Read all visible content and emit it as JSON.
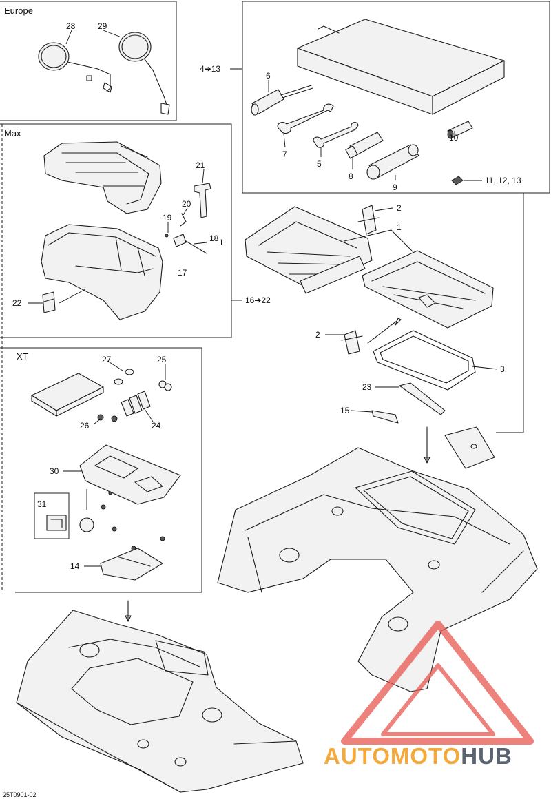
{
  "sections": {
    "europe": "Europe",
    "max": "Max",
    "xt": "XT"
  },
  "callouts": {
    "c1": "1",
    "c2a": "2",
    "c2b": "2",
    "c3": "3",
    "c4_13": "4➔13",
    "c5": "5",
    "c6": "6",
    "c7": "7",
    "c8": "8",
    "c9": "9",
    "c10": "10",
    "c11_13": "11, 12, 13",
    "c14": "14",
    "c15": "15",
    "c16_22": "16➔22",
    "c17": "17",
    "c18": "18",
    "c18b": "1",
    "c19": "19",
    "c20": "20",
    "c21": "21",
    "c22": "22",
    "c23": "23",
    "c24": "24",
    "c25": "25",
    "c26": "26",
    "c27": "27",
    "c28": "28",
    "c29": "29",
    "c30": "30",
    "c31": "31"
  },
  "drawing_code": "25T0901-02",
  "watermark": {
    "part_a": "AUTOMOTO",
    "part_b": "HUB",
    "color_a": "#f3a93b",
    "color_b": "#5a6470",
    "triangle_color": "#e8574f"
  }
}
